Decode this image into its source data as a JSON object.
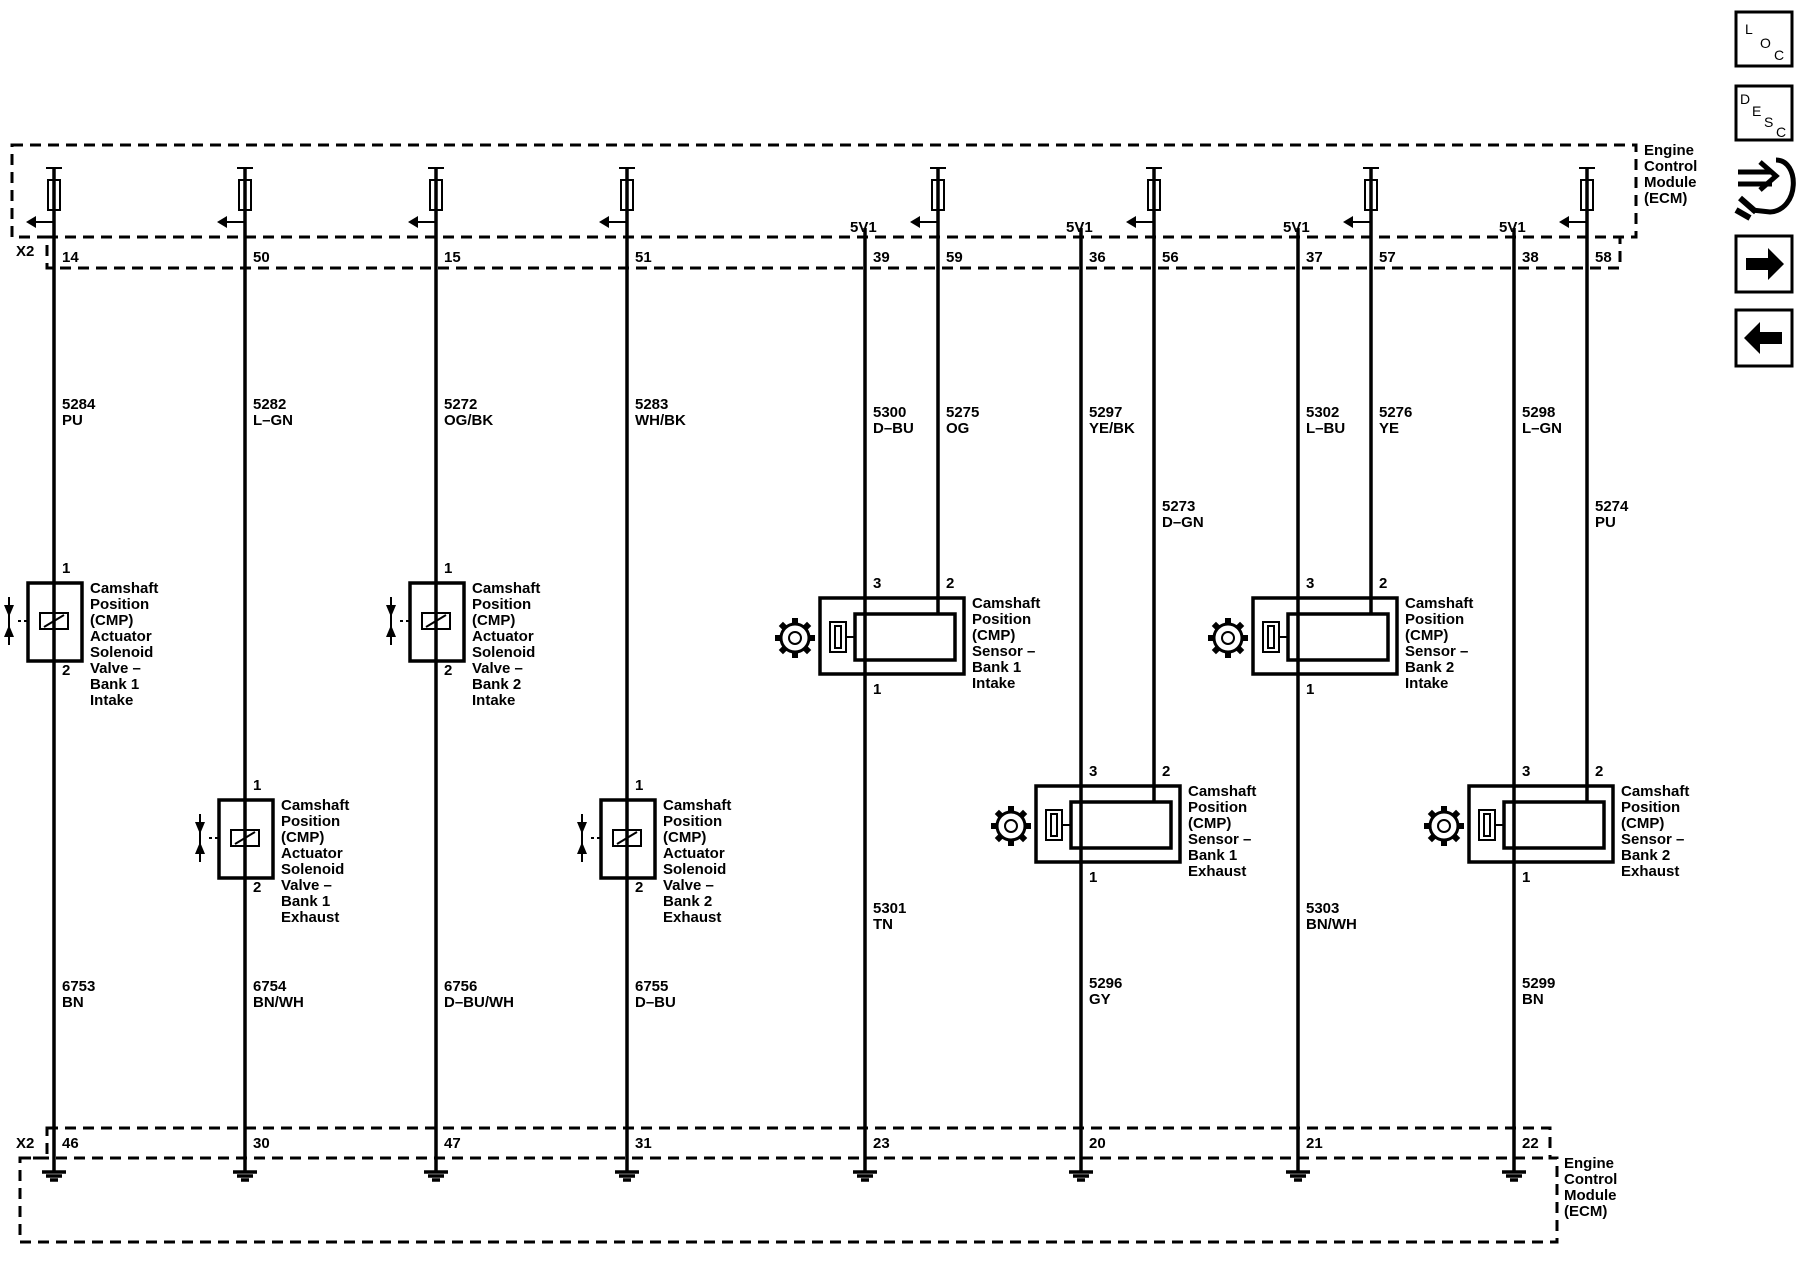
{
  "module": {
    "name_lines": [
      "Engine",
      "Control",
      "Module",
      "(ECM)"
    ],
    "connector": "X2",
    "supply": "5V1"
  },
  "nav": {
    "loc_letters": [
      "L",
      "O",
      "C"
    ],
    "desc_letters": [
      "D",
      "E",
      "S",
      "C"
    ],
    "next_icon": "arrow-right-icon",
    "prev_icon": "arrow-left-icon",
    "help_icon": "connector-wrench-icon"
  },
  "solenoids": [
    {
      "top_pin": "14",
      "top_circuit": "5284",
      "top_color": "PU",
      "pin1": "1",
      "pin2": "2",
      "name_lines": [
        "Camshaft",
        "Position",
        "(CMP)",
        "Actuator",
        "Solenoid",
        "Valve –",
        "Bank 1",
        "Intake"
      ],
      "bot_circuit": "6753",
      "bot_color": "BN",
      "bot_pin": "46"
    },
    {
      "top_pin": "50",
      "top_circuit": "5282",
      "top_color": "L–GN",
      "pin1": "1",
      "pin2": "2",
      "name_lines": [
        "Camshaft",
        "Position",
        "(CMP)",
        "Actuator",
        "Solenoid",
        "Valve –",
        "Bank 1",
        "Exhaust"
      ],
      "bot_circuit": "6754",
      "bot_color": "BN/WH",
      "bot_pin": "30"
    },
    {
      "top_pin": "15",
      "top_circuit": "5272",
      "top_color": "OG/BK",
      "pin1": "1",
      "pin2": "2",
      "name_lines": [
        "Camshaft",
        "Position",
        "(CMP)",
        "Actuator",
        "Solenoid",
        "Valve –",
        "Bank 2",
        "Intake"
      ],
      "bot_circuit": "6756",
      "bot_color": "D–BU/WH",
      "bot_pin": "47"
    },
    {
      "top_pin": "51",
      "top_circuit": "5283",
      "top_color": "WH/BK",
      "pin1": "1",
      "pin2": "2",
      "name_lines": [
        "Camshaft",
        "Position",
        "(CMP)",
        "Actuator",
        "Solenoid",
        "Valve –",
        "Bank 2",
        "Exhaust"
      ],
      "bot_circuit": "6755",
      "bot_color": "D–BU",
      "bot_pin": "31"
    }
  ],
  "sensors": [
    {
      "supply_pin": "39",
      "signal_pin": "59",
      "supply_circuit": "5300",
      "supply_color": "D–BU",
      "signal_circuit": "5275",
      "signal_color": "OG",
      "signal_circuit2": "",
      "signal_color2": "",
      "pin3": "3",
      "pin2": "2",
      "pin1": "1",
      "name_lines": [
        "Camshaft",
        "Position",
        "(CMP)",
        "Sensor –",
        "Bank 1",
        "Intake"
      ],
      "low_circuit": "5301",
      "low_color": "TN",
      "low_pin": "23"
    },
    {
      "supply_pin": "36",
      "signal_pin": "56",
      "supply_circuit": "5297",
      "supply_color": "YE/BK",
      "signal_circuit": "5273",
      "signal_color": "D–GN",
      "signal_circuit2": "",
      "signal_color2": "",
      "pin3": "3",
      "pin2": "2",
      "pin1": "1",
      "name_lines": [
        "Camshaft",
        "Position",
        "(CMP)",
        "Sensor –",
        "Bank 1",
        "Exhaust"
      ],
      "low_circuit": "5296",
      "low_color": "GY",
      "low_pin": "20"
    },
    {
      "supply_pin": "37",
      "signal_pin": "57",
      "supply_circuit": "5302",
      "supply_color": "L–BU",
      "signal_circuit": "5276",
      "signal_color": "YE",
      "signal_circuit2": "",
      "signal_color2": "",
      "pin3": "3",
      "pin2": "2",
      "pin1": "1",
      "name_lines": [
        "Camshaft",
        "Position",
        "(CMP)",
        "Sensor –",
        "Bank 2",
        "Intake"
      ],
      "low_circuit": "5303",
      "low_color": "BN/WH",
      "low_pin": "21"
    },
    {
      "supply_pin": "38",
      "signal_pin": "58",
      "supply_circuit": "5298",
      "supply_color": "L–GN",
      "signal_circuit": "5274",
      "signal_color": "PU",
      "signal_circuit2": "",
      "signal_color2": "",
      "pin3": "3",
      "pin2": "2",
      "pin1": "1",
      "name_lines": [
        "Camshaft",
        "Position",
        "(CMP)",
        "Sensor –",
        "Bank 2",
        "Exhaust"
      ],
      "low_circuit": "5299",
      "low_color": "BN",
      "low_pin": "22"
    }
  ]
}
